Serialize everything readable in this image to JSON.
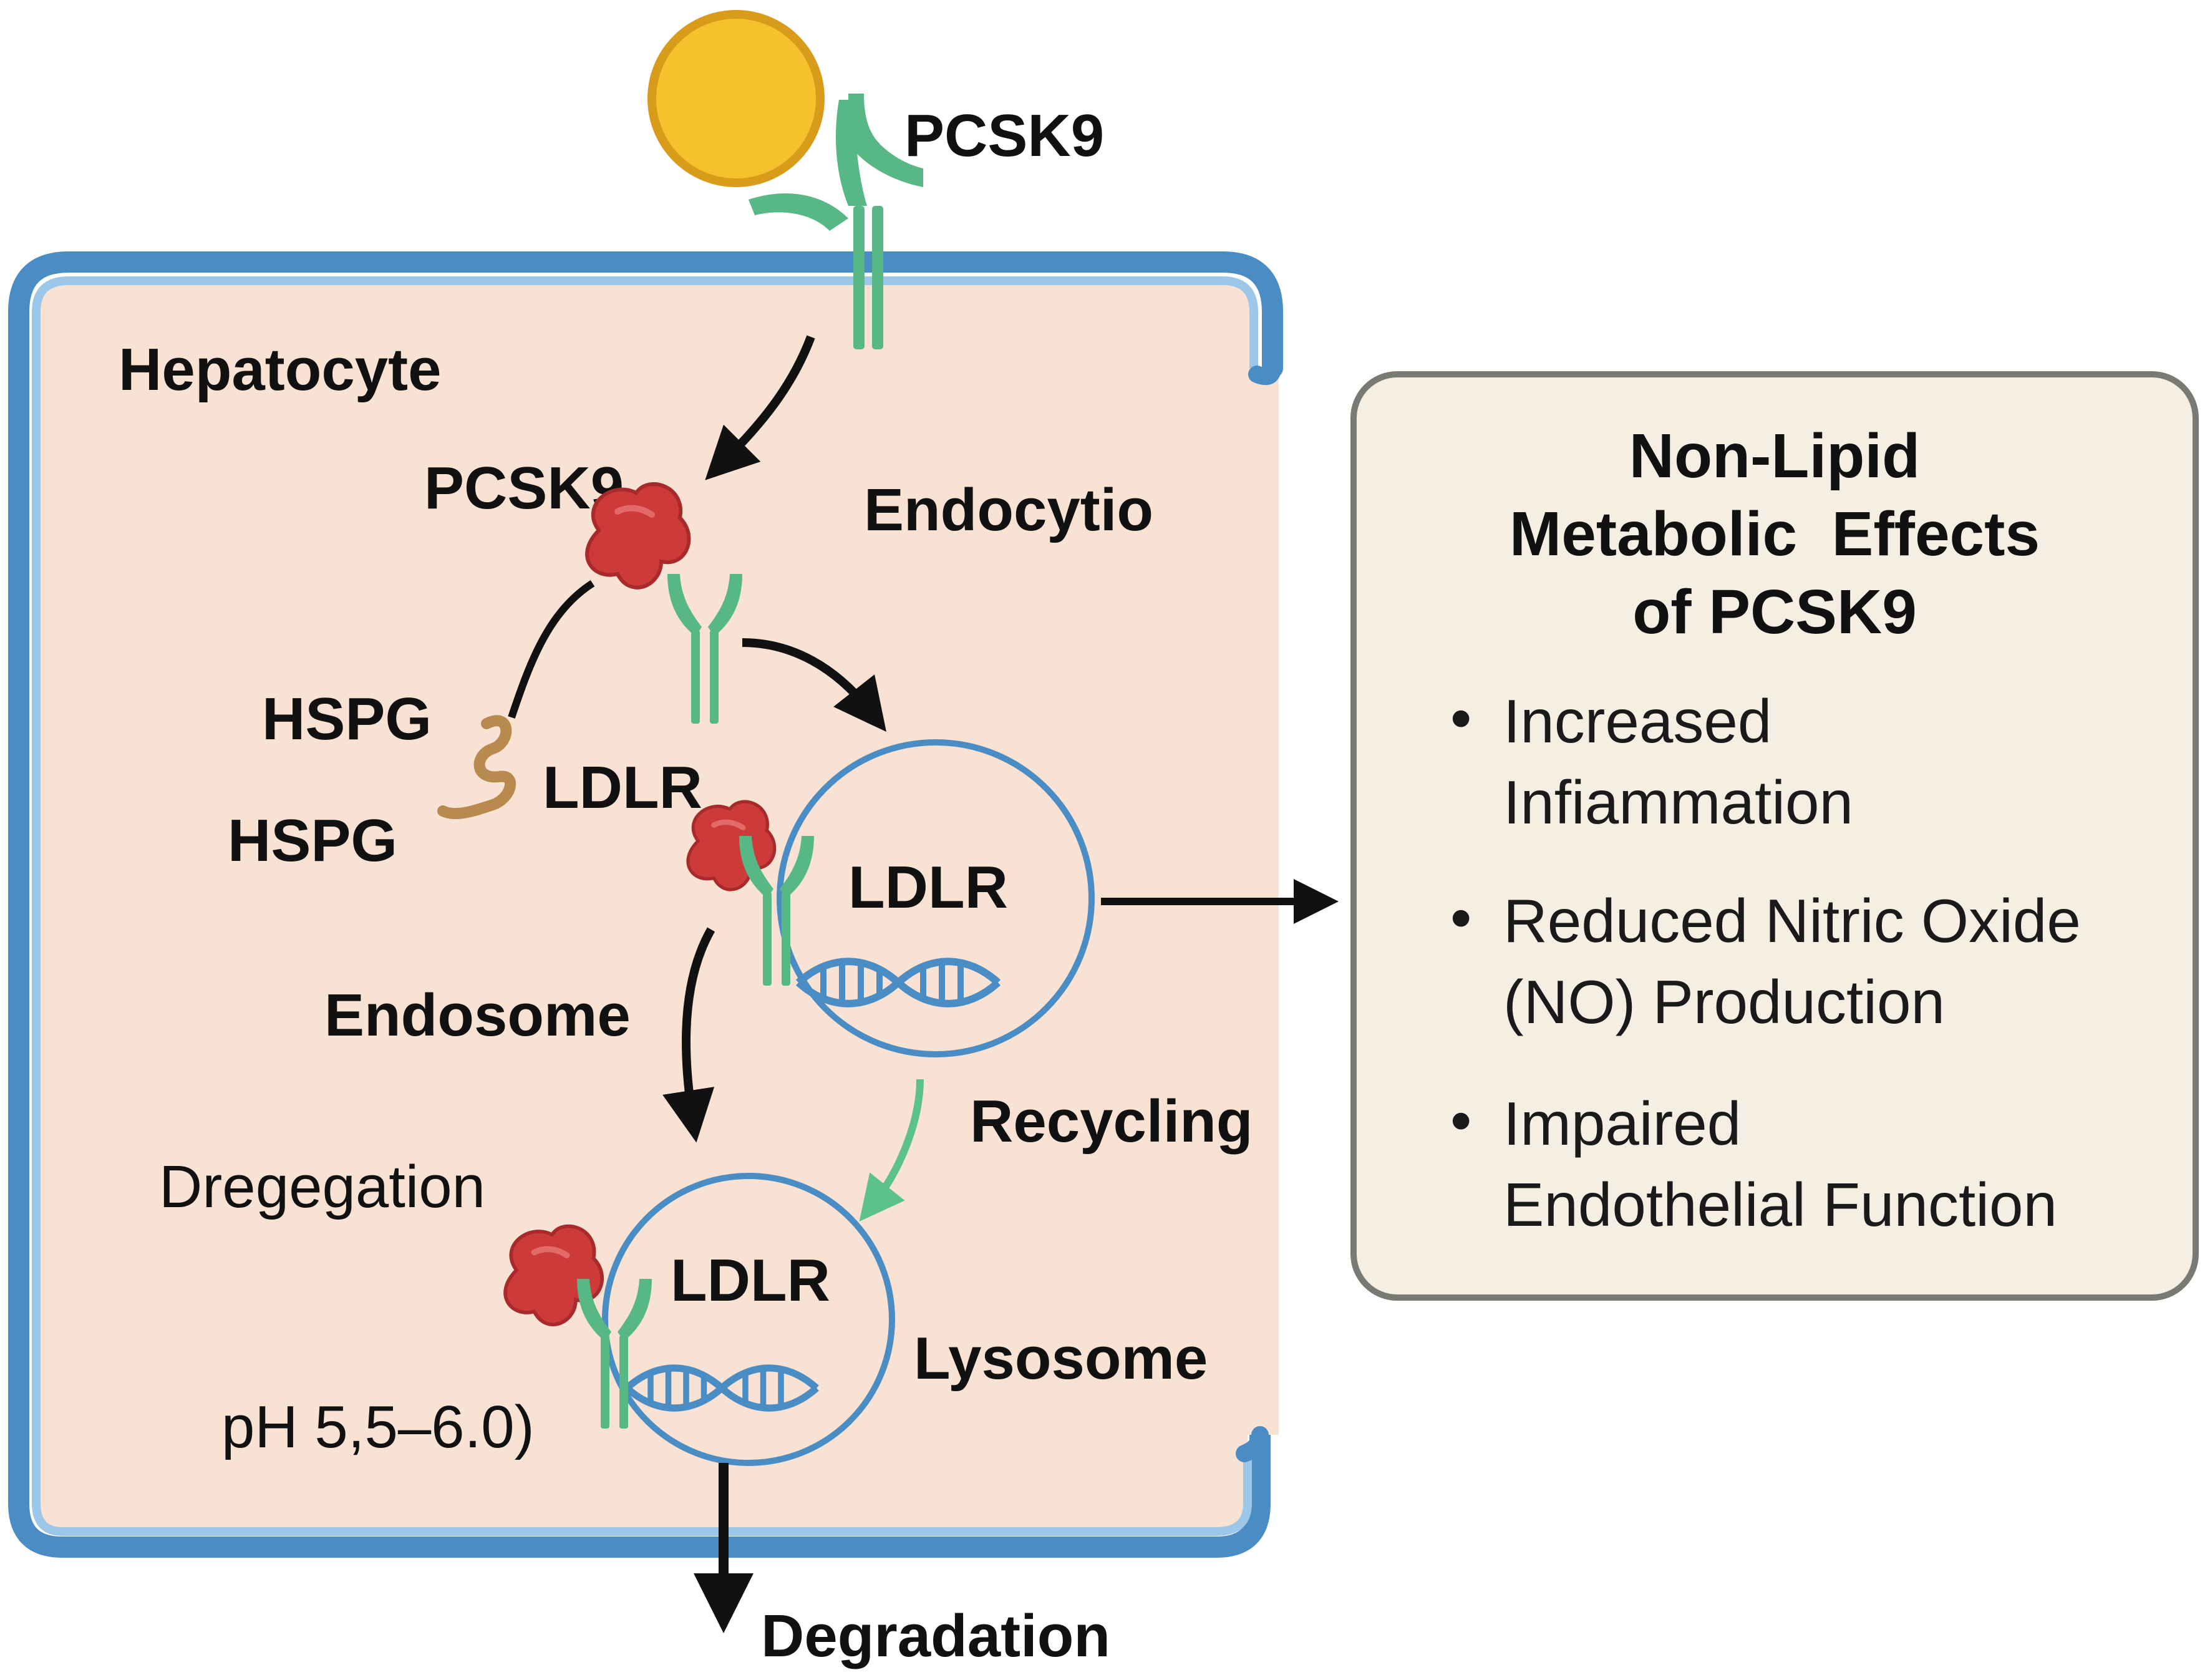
{
  "labels": {
    "pcsk9_top": "PCSK9",
    "hepatocyte": "Hepatocyte",
    "pcsk9_inner": "PCSK9",
    "endocytio": "Endocytio",
    "hspg_1": "HSPG",
    "hspg_2": "HSPG",
    "ldlr_left": "LDLR",
    "ldlr_endosome": "LDLR",
    "endosome": "Endosome",
    "recycling": "Recycling",
    "dregegation": "Dregegation",
    "ldlr_lysosome": "LDLR",
    "lysosome": "Lysosome",
    "ph": "pH 5,5–6.0)",
    "degradation": "Degradation"
  },
  "panel": {
    "title_lines": [
      "Non-Lipid",
      "Metabolic  Effects",
      "of PCSK9"
    ],
    "items": [
      [
        "Increased",
        "Infiammation"
      ],
      [
        "Reduced Nitric Oxide",
        "(NO) Production"
      ],
      [
        "Impaired",
        "Endothelial Function"
      ]
    ],
    "bullet": "•"
  },
  "colors": {
    "membrane": "#4a8cc4",
    "membrane_light": "#9cc7e8",
    "cytoplasm": "#f8e2d4",
    "receptor": "#57b886",
    "pcsk9_protein": "#cc3a3a",
    "lipoprotein": "#f5c22e",
    "hspg": "#b88a4e",
    "vesicle": "#4a8cc4",
    "recycling_arrow": "#5cc28a",
    "panel_bg": "#f5efe3",
    "panel_border": "#7a7a74"
  }
}
